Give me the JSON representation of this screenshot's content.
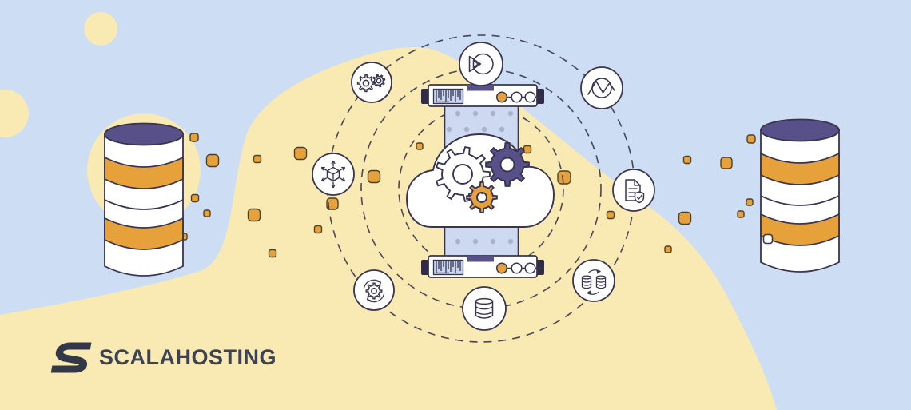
{
  "brand": {
    "logo_text": "SCALAHOSTING"
  },
  "palette": {
    "background_blue": "#cdddf3",
    "blob_yellow": "#f9e9b2",
    "accent_orange": "#e7a13b",
    "accent_purple": "#575089",
    "outline_navy": "#39344f",
    "column_blue": "#ccd9f1",
    "column_dot": "#a9b3ce",
    "ruler_blue": "#c6d4ef",
    "cap_dark": "#2f2b48",
    "square_border": "#4c4126",
    "logo_dark": "#323848",
    "text_dark": "#3d4354"
  },
  "illustration": {
    "orbit_icons": [
      {
        "name": "launch-icon"
      },
      {
        "name": "gears-pair-icon"
      },
      {
        "name": "line-chart-icon"
      },
      {
        "name": "network-cube-icon"
      },
      {
        "name": "secure-document-icon"
      },
      {
        "name": "sync-gear-icon"
      },
      {
        "name": "database-icon"
      },
      {
        "name": "database-transfer-icon"
      }
    ],
    "cloud_gears": [
      "white-gear",
      "purple-gear",
      "orange-gear"
    ],
    "server_bars": 2,
    "database_cylinders": 2
  }
}
